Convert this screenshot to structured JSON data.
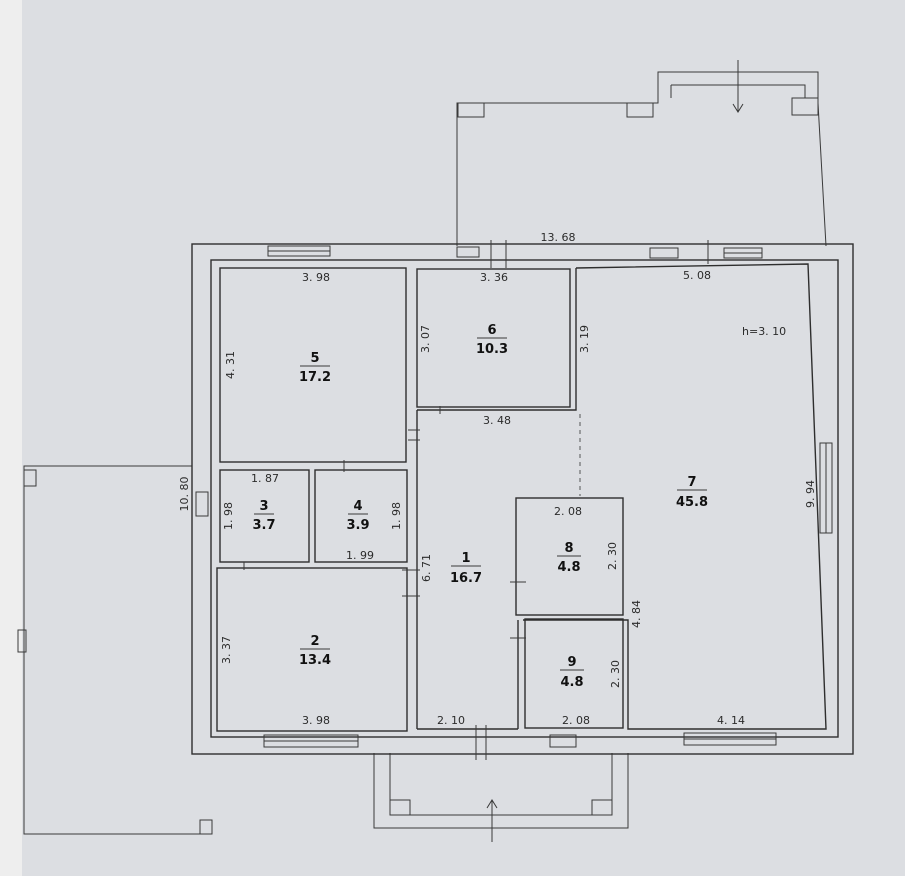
{
  "plan": {
    "height_note": "h=3. 10",
    "rooms": [
      {
        "id": "room-1",
        "number": "1",
        "area": "16.7"
      },
      {
        "id": "room-2",
        "number": "2",
        "area": "13.4"
      },
      {
        "id": "room-3",
        "number": "3",
        "area": "3.7"
      },
      {
        "id": "room-4",
        "number": "4",
        "area": "3.9"
      },
      {
        "id": "room-5",
        "number": "5",
        "area": "17.2"
      },
      {
        "id": "room-6",
        "number": "6",
        "area": "10.3"
      },
      {
        "id": "room-7",
        "number": "7",
        "area": "45.8"
      },
      {
        "id": "room-8",
        "number": "8",
        "area": "4.8"
      },
      {
        "id": "room-9",
        "number": "9",
        "area": "4.8"
      }
    ],
    "dimensions": [
      "13. 68",
      "3. 98",
      "3. 36",
      "5. 08",
      "4. 31",
      "3. 07",
      "3. 19",
      "3. 48",
      "1. 87",
      "1. 98",
      "1. 98",
      "1. 99",
      "10. 80",
      "6. 71",
      "2. 08",
      "2. 30",
      "9. 94",
      "4. 84",
      "3. 37",
      "2. 30",
      "3. 98",
      "2. 10",
      "2. 08",
      "4. 14"
    ]
  }
}
